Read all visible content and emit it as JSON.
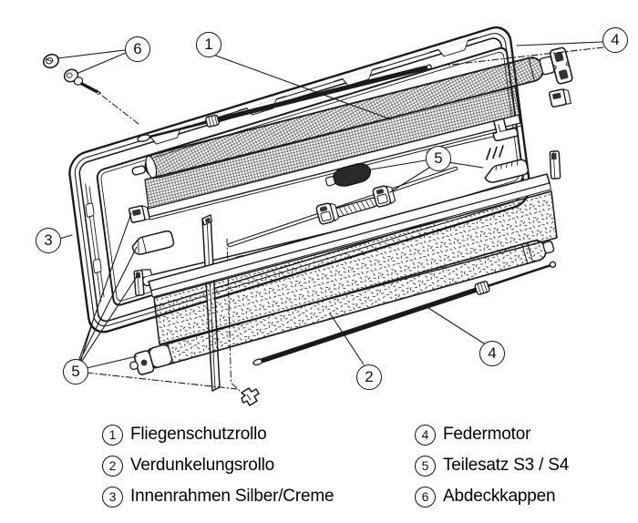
{
  "figure": {
    "kind": "exploded-parts-line-drawing",
    "subject": "Fenster-Rollo-System (window roller blind assembly)",
    "colors": {
      "line": "#1a1a1a",
      "background": "#ffffff",
      "text": "#000000"
    }
  },
  "callouts": {
    "c1": "1",
    "c2": "2",
    "c3": "3",
    "c4_top": "4",
    "c4_bottom": "4",
    "c5_left": "5",
    "c5_right": "5",
    "c6": "6"
  },
  "legend": {
    "items": [
      {
        "num": "1",
        "label": "Fliegenschutzrollo"
      },
      {
        "num": "2",
        "label": "Verdunkelungsrollo"
      },
      {
        "num": "3",
        "label": "Innenrahmen Silber/Creme"
      },
      {
        "num": "4",
        "label": "Federmotor"
      },
      {
        "num": "5",
        "label": "Teilesatz S3 / S4"
      },
      {
        "num": "6",
        "label": "Abdeckkappen"
      }
    ]
  }
}
